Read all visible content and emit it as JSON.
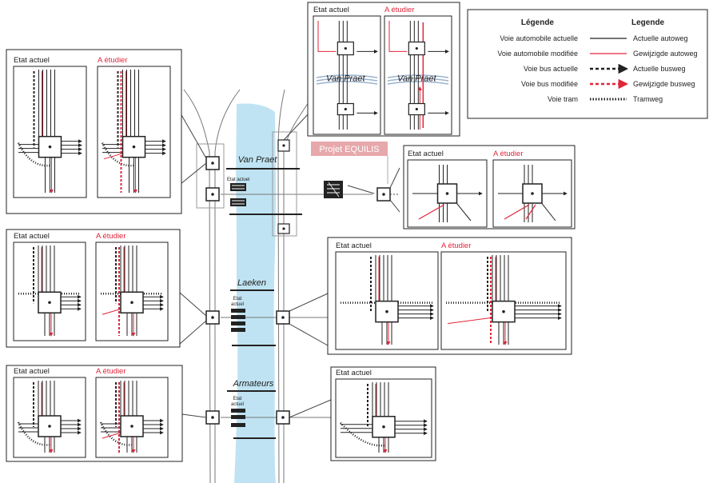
{
  "labels": {
    "etat_actuel": "Etat actuel",
    "a_etudier": "A étudier",
    "etat_actuel_multiline": [
      "Etat",
      "actuel"
    ]
  },
  "bridges": {
    "van_praet": "Van Praet",
    "laeken": "Laeken",
    "armateurs": "Armateurs"
  },
  "equilis_label": "Projet EQUILIS",
  "legend": {
    "title_fr": "Légende",
    "title_nl": "Legende",
    "rows": [
      {
        "fr": "Voie automobile actuelle",
        "nl": "Actuelle autoweg",
        "style": "car"
      },
      {
        "fr": "Voie automobile modifiée",
        "nl": "Gewijzigde autoweg",
        "style": "car-mod"
      },
      {
        "fr": "Voie bus actuelle",
        "nl": "Actuelle busweg",
        "style": "bus"
      },
      {
        "fr": "Voie bus modifiée",
        "nl": "Gewijzigde busweg",
        "style": "bus-mod"
      },
      {
        "fr": "Voie tram",
        "nl": "Tramweg",
        "style": "tram"
      }
    ]
  },
  "colors": {
    "canal": "#bfe3f2",
    "accent": "#e0263a",
    "dark": "#222222",
    "equilis_bg": "#e7a8ab",
    "equilis_text": "#ffffff",
    "grid_line": "#888888"
  }
}
